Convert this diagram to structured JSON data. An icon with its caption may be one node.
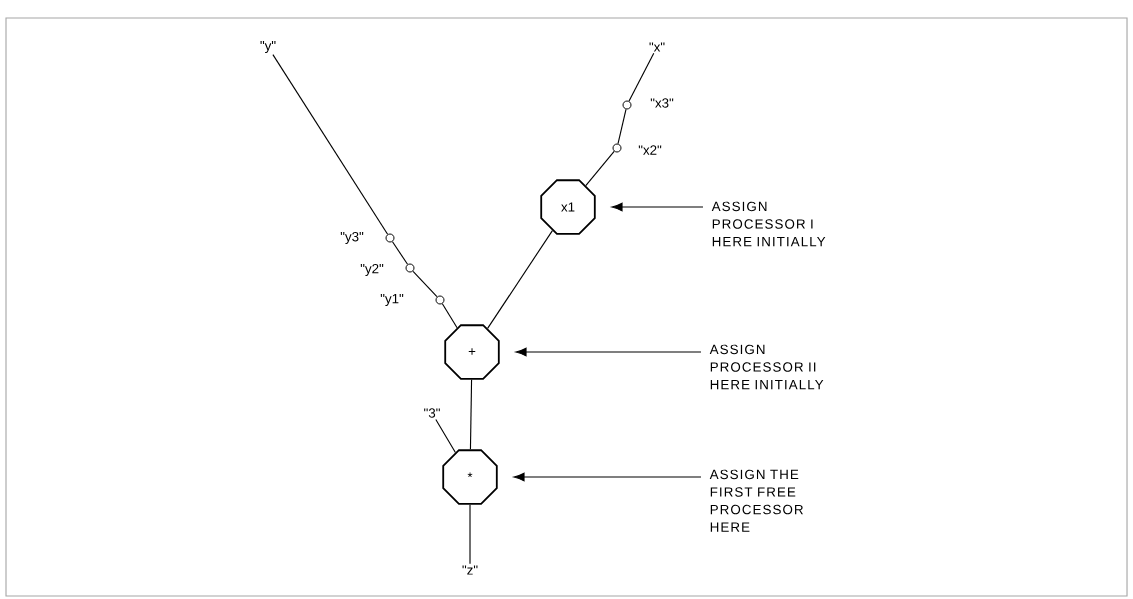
{
  "diagram": {
    "nodes": [
      {
        "text": [
          "\"y\""
        ]
      },
      {
        "text": [
          "\"x\""
        ]
      },
      {
        "text": [],
        "shape": "circle",
        "beside": [
          "\"x3\""
        ]
      },
      {
        "text": [],
        "shape": "circle",
        "beside": [
          "\"x2\""
        ]
      },
      {
        "text": [
          "x1"
        ]
      },
      {
        "text": [
          "ASSIGN PROCESSOR I HERE INITIALLY"
        ]
      },
      {
        "text": [],
        "shape": "circle",
        "beside": [
          "\"y3\""
        ]
      },
      {
        "text": [],
        "shape": "circle",
        "beside": [
          "\"y2\""
        ]
      },
      {
        "text": [],
        "shape": "circle",
        "beside": [
          "\"y1\""
        ]
      },
      {
        "text": [
          "+"
        ]
      },
      {
        "text": [
          "ASSIGN PROCESSOR II HERE INITIALLY"
        ]
      },
      {
        "text": [
          "\"3\""
        ]
      },
      {
        "text": [
          "*"
        ]
      },
      {
        "text": [
          "ASSIGN THE FIRST FREE PROCESSOR HERE"
        ]
      },
      {
        "text": [
          "\"z\""
        ]
      }
    ],
    "edges": [
      {
        "from": 1,
        "to": 2,
        "arrow": "none"
      },
      {
        "from": 2,
        "to": 3,
        "arrow": "none"
      },
      {
        "from": 3,
        "to": 4,
        "arrow": "none"
      },
      {
        "from": 5,
        "to": 4,
        "arrow": "to"
      },
      {
        "from": 0,
        "to": 6,
        "arrow": "none"
      },
      {
        "from": 6,
        "to": 7,
        "arrow": "none"
      },
      {
        "from": 7,
        "to": 8,
        "arrow": "none"
      },
      {
        "from": 8,
        "to": 9,
        "arrow": "none"
      },
      {
        "from": 4,
        "to": 9,
        "arrow": "none"
      },
      {
        "from": 10,
        "to": 9,
        "arrow": "to"
      },
      {
        "from": 9,
        "to": 12,
        "arrow": "none"
      },
      {
        "from": 11,
        "to": 12,
        "arrow": "none"
      },
      {
        "from": 13,
        "to": 12,
        "arrow": "to"
      },
      {
        "from": 12,
        "to": 14,
        "arrow": "none"
      }
    ]
  }
}
